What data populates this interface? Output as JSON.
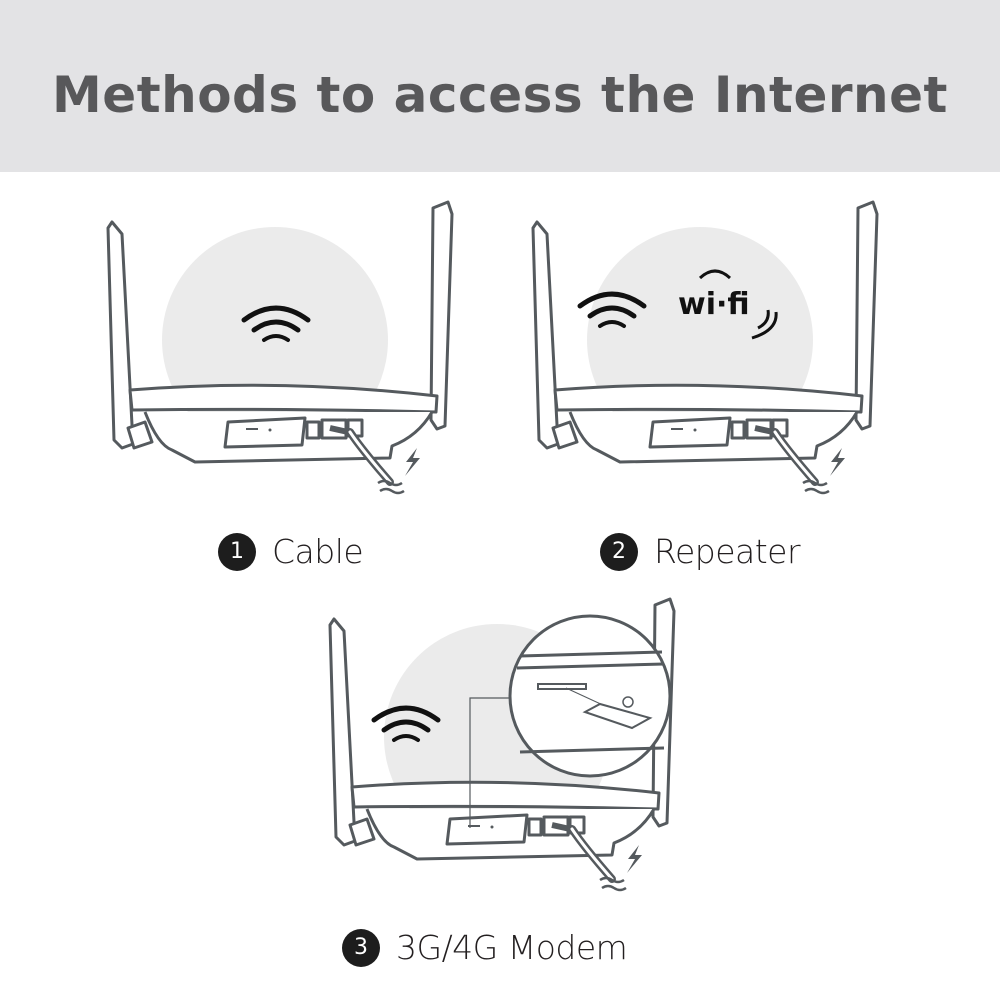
{
  "header": {
    "title": "Methods to access the Internet"
  },
  "methods": [
    {
      "number": "1",
      "label": "Cable"
    },
    {
      "number": "2",
      "label": "Repeater"
    },
    {
      "number": "3",
      "label": "3G/4G Modem"
    }
  ],
  "wifi_logo": {
    "text": "wi-fi"
  },
  "colors": {
    "header_bg": "#e3e3e5",
    "title": "#58585a",
    "circle_bg": "#ebebeb",
    "outline": "#555a5e",
    "badge": "#1d1d1d"
  }
}
